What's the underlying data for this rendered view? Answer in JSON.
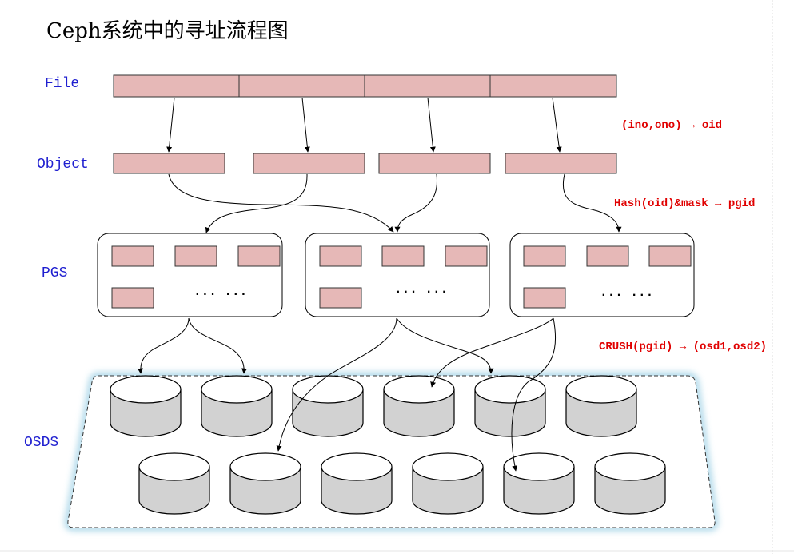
{
  "title": "Ceph系统中的寻址流程图",
  "labels": {
    "file": "File",
    "object": "Object",
    "pgs": "PGS",
    "osds": "OSDS"
  },
  "annotations": {
    "oid": "(ino,ono) → oid",
    "pgid": "Hash(oid)&mask → pgid",
    "crush": "CRUSH(pgid) → (osd1,osd2)"
  },
  "ellipsis": "··· ···",
  "colors": {
    "block": "#e6b8b7",
    "label": "#1f1fd0",
    "annotation": "#e00000",
    "osd_glow": "#a9d6e8"
  }
}
